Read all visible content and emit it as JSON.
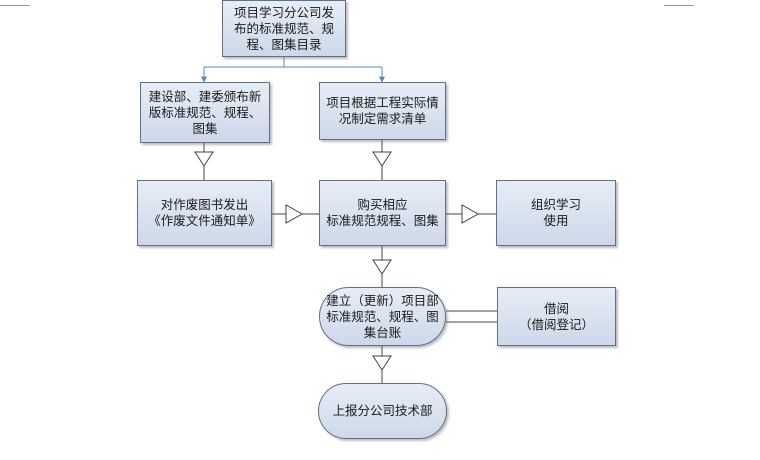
{
  "diagram": {
    "nodes": {
      "n1": "项目学习分公司发\n布的标准规范、规\n程、图集目录",
      "n2": "建设部、建委颁布新\n版标准规范、规程、\n图集",
      "n3": "项目根据工程实际情\n况制定需求清单",
      "n4": "对作废图书发出\n《作废文件通知单》",
      "n5": "购买相应\n标准规范规程、图集",
      "n6": "组织学习\n使用",
      "n7": "建立（更新）项目部\n标准规范、规程、图\n集台账",
      "n8": "借阅\n（借阅登记）",
      "n9": "上报分公司技术部"
    },
    "colors": {
      "node_fill_top": "#e7edf6",
      "node_fill_bottom": "#cdd8e9",
      "node_border": "#5f7088",
      "arrow_blue": "#5b87b8",
      "connector": "#444444"
    }
  }
}
